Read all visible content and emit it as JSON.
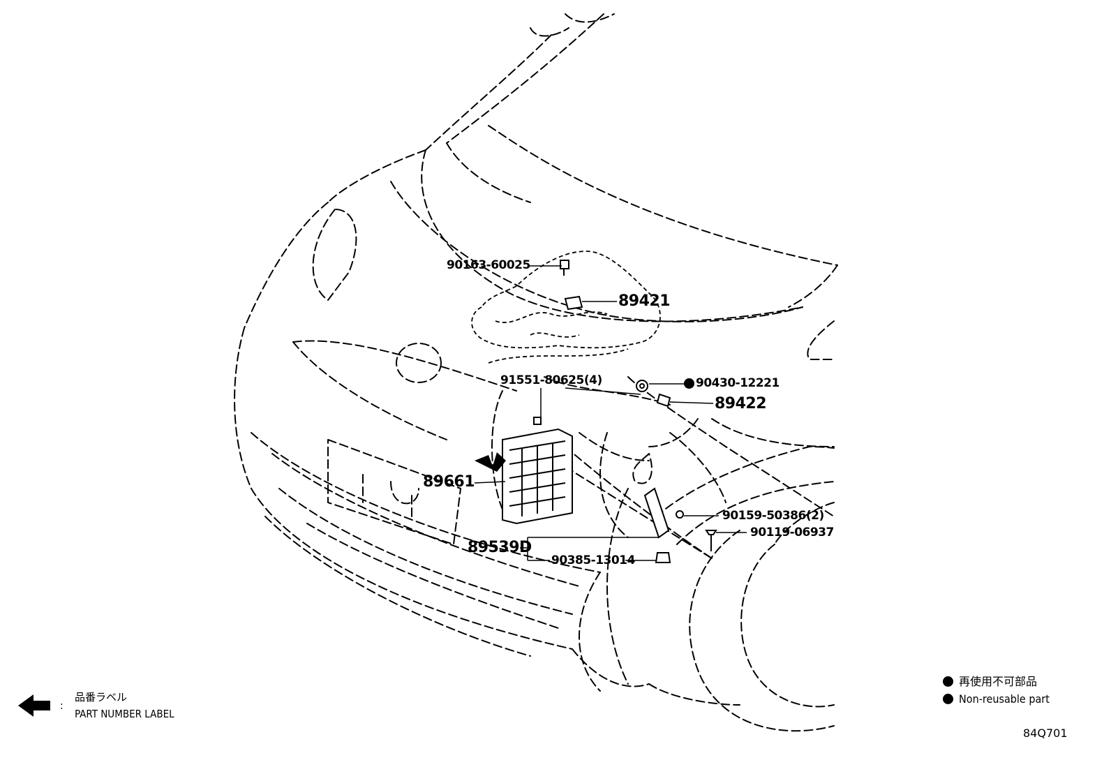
{
  "parts": [
    {
      "id": "p1",
      "number": "90163-60025",
      "nonreusable": false
    },
    {
      "id": "p2",
      "number": "89421",
      "nonreusable": false
    },
    {
      "id": "p3",
      "number": "91551-80625(4)",
      "nonreusable": false
    },
    {
      "id": "p4",
      "number": "90430-12221",
      "nonreusable": true
    },
    {
      "id": "p5",
      "number": "89422",
      "nonreusable": false
    },
    {
      "id": "p6",
      "number": "89661",
      "nonreusable": false
    },
    {
      "id": "p7",
      "number": "90159-50386(2)",
      "nonreusable": false
    },
    {
      "id": "p8",
      "number": "90119-06937",
      "nonreusable": false
    },
    {
      "id": "p9",
      "number": "89539D",
      "nonreusable": false
    },
    {
      "id": "p10",
      "number": "90385-13014",
      "nonreusable": false
    }
  ],
  "legend": {
    "non_reusable_jp": "再使用不可部品",
    "non_reusable_en": "Non-reusable part"
  },
  "part_number_label": {
    "colon": ":",
    "jp": "品番ラベル",
    "en": "PART NUMBER LABEL"
  },
  "diagram_code": "84Q701"
}
